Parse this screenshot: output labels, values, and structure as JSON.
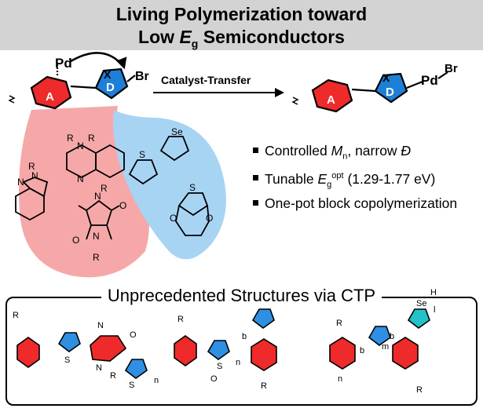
{
  "header": {
    "line1": "Living Polymerization toward",
    "line2_prefix": "Low ",
    "line2_sym": "E",
    "line2_sub": "g",
    "line2_suffix": " Semiconductors"
  },
  "scheme": {
    "arrow_label": "Catalyst-Transfer",
    "ring_a": "A",
    "ring_d": "D",
    "metal": "Pd",
    "halogen": "Br",
    "heteroatom": "X"
  },
  "bullets": [
    {
      "pre": "Controlled ",
      "it": "M",
      "sub": "n",
      "mid": ", narrow ",
      "it2": "Đ",
      "post": ""
    },
    {
      "pre": "Tunable ",
      "it": "E",
      "sub": "g",
      "sup": "opt",
      "post": " (1.29-1.77 eV)"
    },
    {
      "pre": "One-pot block copolymerization"
    }
  ],
  "panel_title": "Unprecedented Structures via CTP",
  "atoms": {
    "N": "N",
    "O": "O",
    "S": "S",
    "Se": "Se",
    "R": "R"
  },
  "labels": {
    "n": "n",
    "m": "m",
    "b": "b",
    "l": "l",
    "H": "H"
  },
  "colors": {
    "acceptor": "#ee2a2a",
    "donor": "#1e7fd6",
    "thiophene_blue": "#2f8fe3",
    "selenophene_teal": "#22c2c8",
    "pink_blob": "#f6a8a8",
    "blue_blob": "#a8d4f4",
    "header": "#d3d3d3"
  }
}
